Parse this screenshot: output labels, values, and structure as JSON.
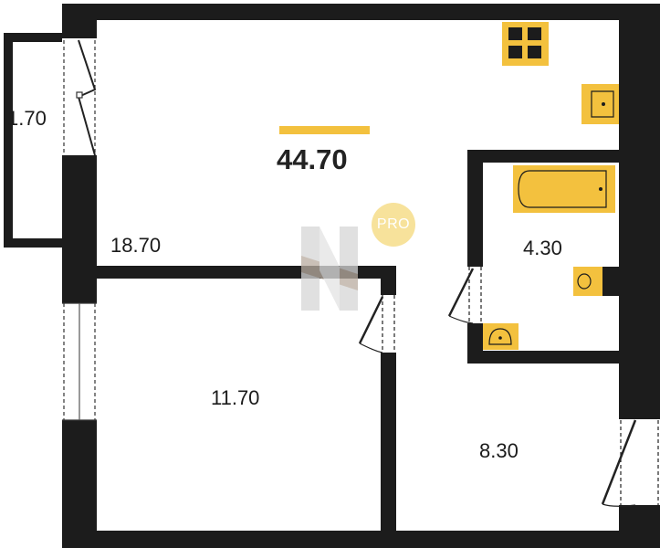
{
  "plan": {
    "total_area": "44.70",
    "badge": "PRO",
    "rooms": {
      "balcony": "1.70",
      "living": "18.70",
      "bath": "4.30",
      "bedroom": "11.70",
      "hall": "8.30"
    }
  },
  "colors": {
    "wall": "#1c1c1c",
    "fixture": "#f3c13e",
    "accent": "#f3c13e",
    "badge": "#f7e29b"
  }
}
